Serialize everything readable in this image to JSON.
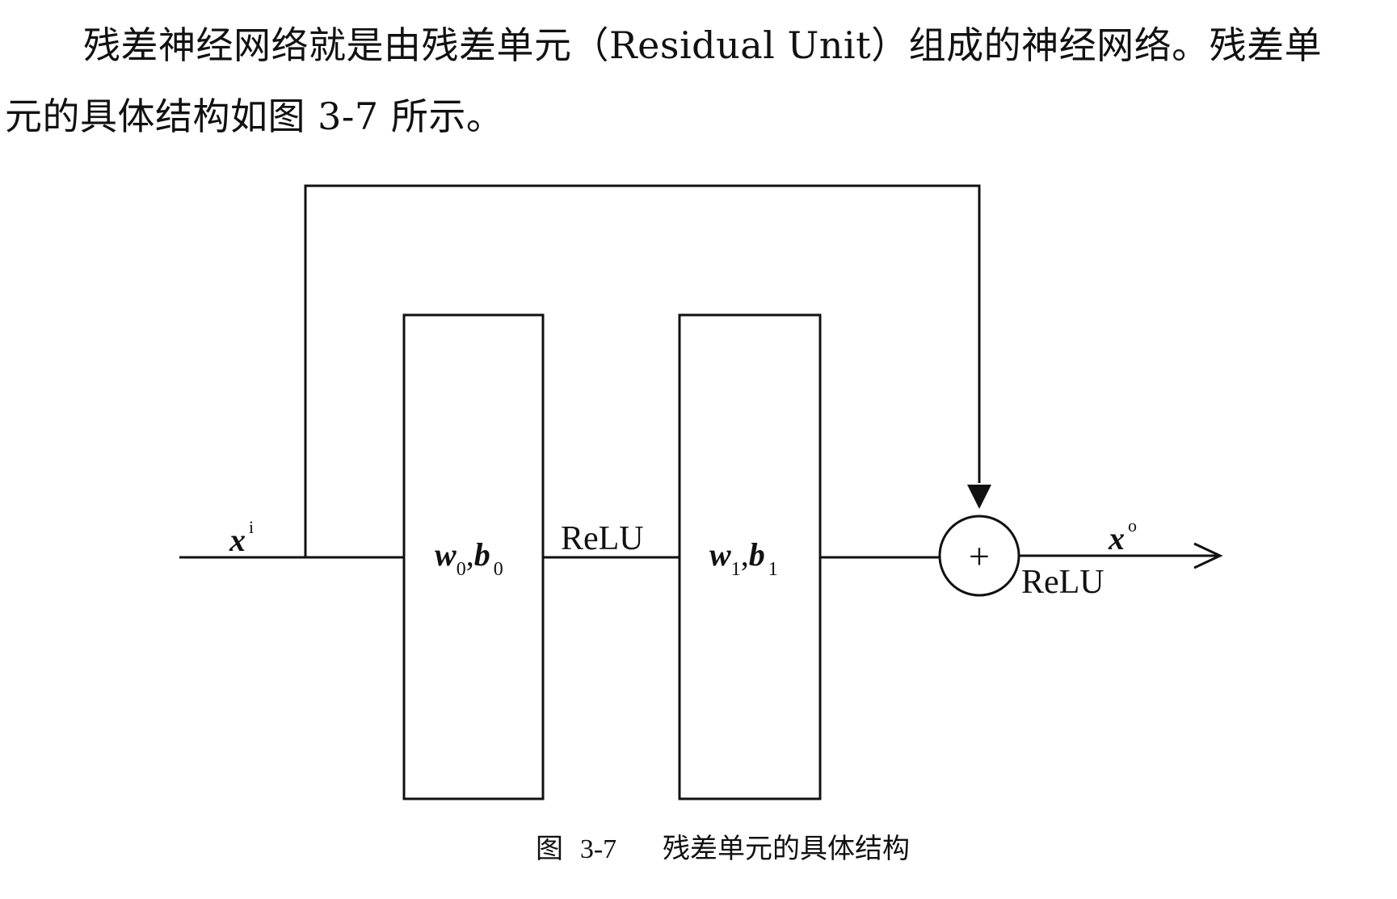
{
  "paragraph": {
    "line1": "残差神经网络就是由残差单元（Residual Unit）组成的神经网络。残差单",
    "line2": "元的具体结构如图 3-7 所示。"
  },
  "diagram": {
    "input_label": "x",
    "input_superscript": "i",
    "block0": {
      "weight": "w",
      "weight_sub": "0",
      "bias": "b",
      "bias_sub": "0"
    },
    "block1": {
      "weight": "w",
      "weight_sub": "1",
      "bias": "b",
      "bias_sub": "1"
    },
    "activation_between": "ReLU",
    "activation_after_sum": "ReLU",
    "sum_symbol": "+",
    "output_label": "x",
    "output_superscript": "o"
  },
  "caption": {
    "figure_label": "图",
    "figure_number": "3-7",
    "title": "残差单元的具体结构"
  }
}
